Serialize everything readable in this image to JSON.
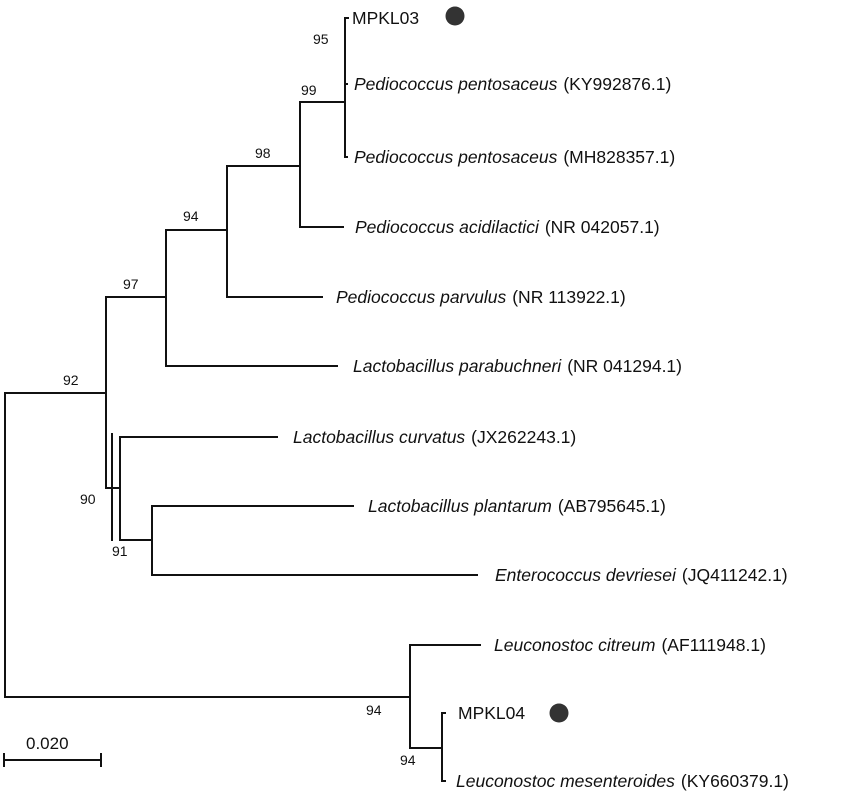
{
  "tree": {
    "taxa": [
      {
        "id": "mpkl03",
        "name": "MPKL03",
        "accession": "",
        "marker": true
      },
      {
        "id": "ppent1",
        "name": "Pediococcus pentosaceus",
        "accession": "(KY992876.1)",
        "marker": false
      },
      {
        "id": "ppent2",
        "name": "Pediococcus pentosaceus",
        "accession": "(MH828357.1)",
        "marker": false
      },
      {
        "id": "pacid",
        "name": "Pediococcus acidilactici",
        "accession": "(NR 042057.1)",
        "marker": false
      },
      {
        "id": "pparv",
        "name": "Pediococcus parvulus",
        "accession": "(NR 113922.1)",
        "marker": false
      },
      {
        "id": "lparab",
        "name": "Lactobacillus parabuchneri",
        "accession": "(NR 041294.1)",
        "marker": false
      },
      {
        "id": "lcurv",
        "name": "Lactobacillus curvatus",
        "accession": "(JX262243.1)",
        "marker": false
      },
      {
        "id": "lplant",
        "name": "Lactobacillus plantarum",
        "accession": "(AB795645.1)",
        "marker": false
      },
      {
        "id": "edevr",
        "name": "Enterococcus devriesei",
        "accession": "(JQ411242.1)",
        "marker": false
      },
      {
        "id": "lcitr",
        "name": "Leuconostoc citreum",
        "accession": "(AF111948.1)",
        "marker": false
      },
      {
        "id": "mpkl04",
        "name": "MPKL04",
        "accession": "",
        "marker": true
      },
      {
        "id": "lmes",
        "name": "Leuconostoc mesenteroides",
        "accession": "(KY660379.1)",
        "marker": false
      }
    ],
    "bootstrap": [
      {
        "id": "bs-95",
        "value": "95"
      },
      {
        "id": "bs-99",
        "value": "99"
      },
      {
        "id": "bs-98",
        "value": "98"
      },
      {
        "id": "bs-94a",
        "value": "94"
      },
      {
        "id": "bs-97",
        "value": "97"
      },
      {
        "id": "bs-92",
        "value": "92"
      },
      {
        "id": "bs-90",
        "value": "90"
      },
      {
        "id": "bs-91",
        "value": "91"
      },
      {
        "id": "bs-94b",
        "value": "94"
      },
      {
        "id": "bs-94c",
        "value": "94"
      }
    ],
    "scale_bar": {
      "label": "0.020",
      "value": 0.02
    },
    "marker_color": "#333333"
  }
}
